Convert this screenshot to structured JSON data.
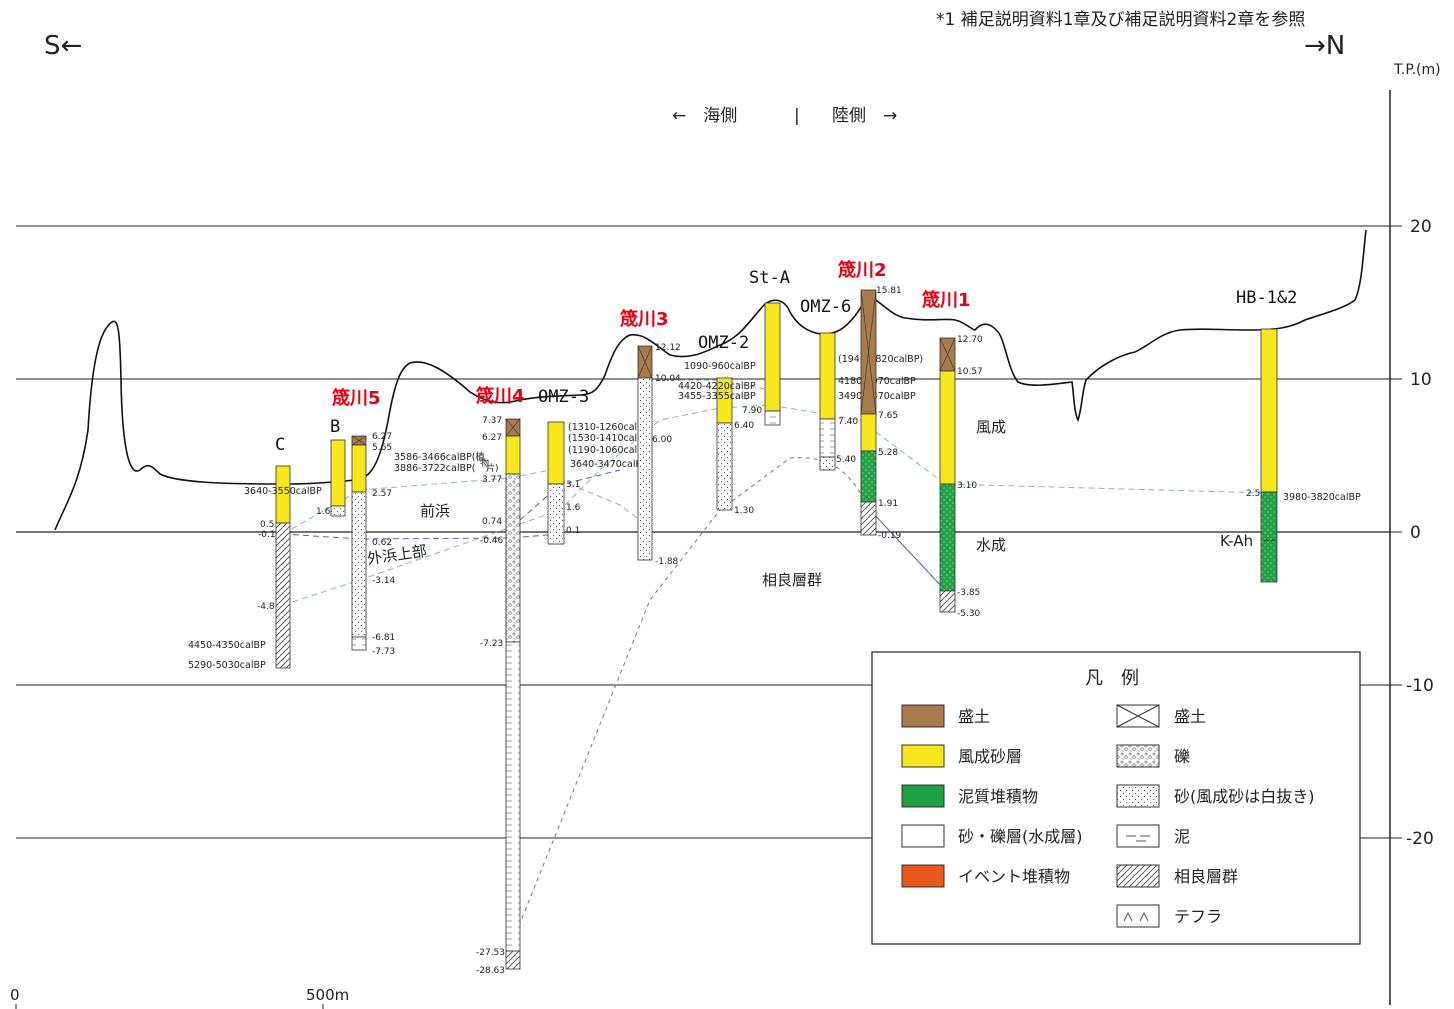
{
  "header": {
    "note": "*1 補足説明資料1章及び補足説明資料2章を参照",
    "south": "S←",
    "north": "→N",
    "axis_unit": "T.P.(m)",
    "sea_side": "←　海側",
    "separator": "|",
    "land_side": "陸側　→"
  },
  "axis": {
    "ticks": [
      "20",
      "10",
      "0",
      "-10",
      "-20"
    ],
    "scale_zero": "0",
    "scale_500": "500m"
  },
  "boreholes": {
    "C": "C",
    "B": "B",
    "s5": "筬川5",
    "s4": "筬川4",
    "omz3": "OMZ-3",
    "s3": "筬川3",
    "omz2": "OMZ-2",
    "sta": "St-A",
    "s2": "筬川2",
    "omz6": "OMZ-6",
    "s1": "筬川1",
    "hb": "HB-1&2"
  },
  "regions": {
    "maehama": "前浜",
    "sotohama": "外浜上部",
    "sagara": "相良層群",
    "fusei": "風成",
    "suisei": "水成",
    "kah": "K-Ah"
  },
  "values": {
    "c_050": "0.5",
    "c_m01": "-0.1",
    "c_m48": "-4.8",
    "c_date1": "3640-3550calBP",
    "c_date2": "4450-4350calBP",
    "c_date3": "5290-5030calBP",
    "b_16": "1.6",
    "s5_627": "6.27",
    "s5_565": "5.65",
    "s5_257": "2.57",
    "s5_062": "0.62",
    "s5_m314": "-3.14",
    "s5_m681": "-6.81",
    "s5_m773": "-7.73",
    "s4_737": "7.37",
    "s4_627": "6.27",
    "s4_377": "3.77",
    "s4_074": "0.74",
    "s4_m046": "-0.46",
    "s4_m723": "-7.23",
    "s4_m2753": "-27.53",
    "s4_m2863": "-28.63",
    "s4_date1": "3586-3466calBP(植",
    "s4_date1b": "物",
    "s4_date2": "3886-3722calBP(",
    "s4_date2b": "片)",
    "o3_600": "6.00",
    "o3_31": "3.1",
    "o3_16": "1.6",
    "o3_01": "0.1",
    "o3_date1": "(1310-1260calBP)",
    "o3_date2": "(1530-1410calBP)",
    "o3_date3": "(1190-1060calBP)",
    "o3_date4": "3640-3470calBP",
    "s3_1212": "12.12",
    "s3_1004": "10.04",
    "s3_m188": "-1.88",
    "o2_date1": "1090-960calBP",
    "o2_date2": "4420-4220calBP",
    "o2_date3": "3455-3355calBP",
    "o2_640": "6.40",
    "o2_130": "1.30",
    "sta_790": "7.90",
    "o6_date1": "(1940-1820calBP)",
    "o6_date2": "4180-4070calBP",
    "o6_date3": "3490-3370calBP",
    "o6_740": "7.40",
    "o6_540": "5.40",
    "s2_1581": "15.81",
    "s2_765": "7.65",
    "s2_528": "5.28",
    "s2_191": "1.91",
    "s2_m019": "-0.19",
    "s1_1270": "12.70",
    "s1_1057": "10.57",
    "s1_310": "3.10",
    "s1_m385": "-3.85",
    "s1_m530": "-5.30",
    "hb_25": "2.5",
    "hb_date": "3980-3820calBP"
  },
  "legend": {
    "title": "凡　例",
    "items": [
      {
        "label": "盛土",
        "color": "#a87a4c"
      },
      {
        "label": "風成砂層",
        "color": "#f7e71c"
      },
      {
        "label": "泥質堆積物",
        "color": "#22a045"
      },
      {
        "label": "砂・礫層(水成層)",
        "color": "#ffffff"
      },
      {
        "label": "イベント堆積物",
        "color": "#e8571c"
      }
    ],
    "patterns": [
      {
        "label": "盛土",
        "icon": "cross-box-icon"
      },
      {
        "label": "礫",
        "icon": "gravel-icon"
      },
      {
        "label": "砂(風成砂は白抜き)",
        "icon": "sand-dots-icon"
      },
      {
        "label": "泥",
        "icon": "mud-dash-icon"
      },
      {
        "label": "相良層群",
        "icon": "hatch-icon"
      },
      {
        "label": "テフラ",
        "icon": "tephra-icon"
      }
    ]
  }
}
